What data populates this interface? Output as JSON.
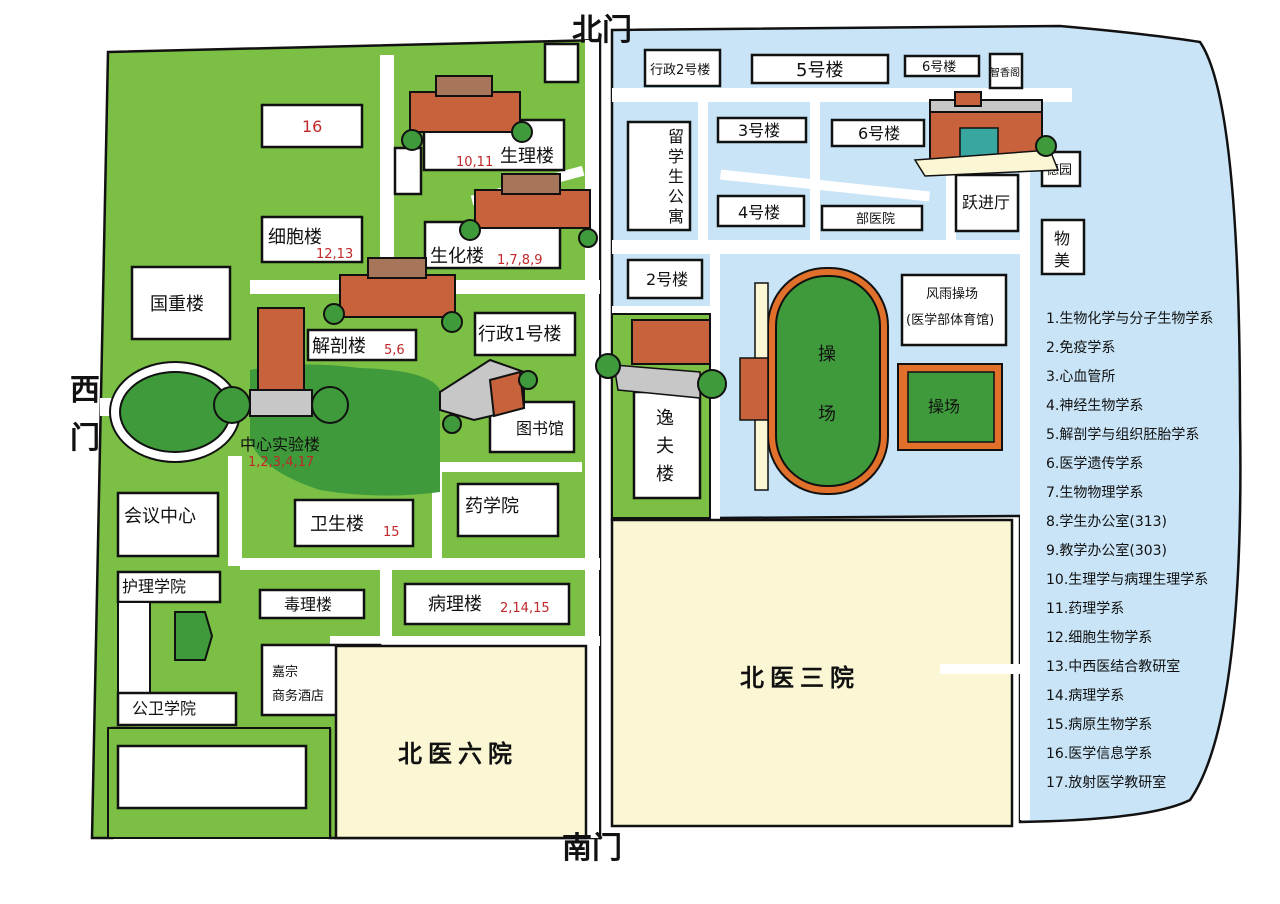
{
  "gates": {
    "north": "北门",
    "south": "南门",
    "west_1": "西",
    "west_2": "门"
  },
  "west_campus": {
    "n16": "16",
    "shengli": "生理楼",
    "shengli_nums": "10,11",
    "xibao": "细胞楼",
    "xibao_nums": "12,13",
    "shenghua": "生化楼",
    "shenghua_nums": "1,7,8,9",
    "guozhong": "国重楼",
    "jiepou": "解剖楼",
    "jiepou_nums": "5,6",
    "xingzheng1": "行政1号楼",
    "tushuguan": "图书馆",
    "zhongxin": "中心实验楼",
    "zhongxin_nums": "1,2,3,4,17",
    "huiyi": "会议中心",
    "weisheng": "卫生楼",
    "weisheng_nums": "15",
    "yaoxue": "药学院",
    "huli": "护理学院",
    "duli": "毒理楼",
    "bingli": "病理楼",
    "bingli_nums": "2,14,15",
    "jiazong_1": "嘉宗",
    "jiazong_2": "商务酒店",
    "gongwei": "公卫学院",
    "liuyuan": "北医六院"
  },
  "east_campus": {
    "xingzheng2": "行政2号楼",
    "lou5": "5号楼",
    "lou6a": "6号楼",
    "zhixiang": "智香阁",
    "liuxue_chars": [
      "留",
      "学",
      "生",
      "公",
      "寓"
    ],
    "lou3": "3号楼",
    "lou6b": "6号楼",
    "lou4": "4号楼",
    "yiyuan": "部医院",
    "yuejin": "跃进厅",
    "deyuan": "德园",
    "wumei_chars": [
      "物",
      "美"
    ],
    "lou2": "2号楼",
    "yifu_chars": [
      "逸",
      "夫",
      "楼"
    ],
    "playground_chars": [
      "操",
      "场"
    ],
    "fengyu_1": "风雨操场",
    "fengyu_2": "(医学部体育馆)",
    "caochang2": "操场",
    "sanyuan": "北医三院"
  },
  "legend": [
    "1.生物化学与分子生物学系",
    "2.免疫学系",
    "3.心血管所",
    "4.神经生物学系",
    "5.解剖学与组织胚胎学系",
    "6.医学遗传学系",
    "7.生物物理学系",
    "8.学生办公室(313)",
    "9.教学办公室(303)",
    "10.生理学与病理生理学系",
    "11.药理学系",
    "12.细胞生物学系",
    "13.中西医结合教研室",
    "14.病理学系",
    "15.病原生物学系",
    "16.医学信息学系",
    "17.放射医学教研室"
  ],
  "colors": {
    "west_green": "#7bbf45",
    "east_blue": "#c8e4f6",
    "hospital_yellow": "#fbf7d4",
    "field_green": "#3e9a3a",
    "track_orange": "#e0702a",
    "brick": "#c8623c",
    "label_red": "#c0282a"
  }
}
